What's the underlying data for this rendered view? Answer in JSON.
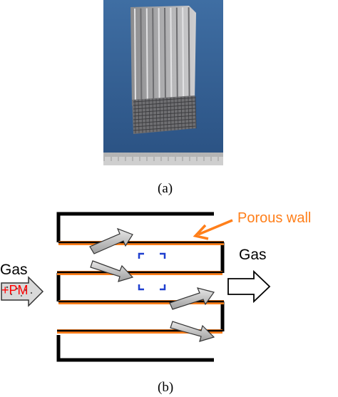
{
  "figure": {
    "caption_a": "(a)",
    "caption_b": "(b)"
  },
  "photo": {
    "background_color": "#2f5d8f",
    "block_color": "#9a9a9c",
    "ruler_color": "#c8c8c8"
  },
  "diagram": {
    "inlet_label": "Gas",
    "pm_label": "+PM",
    "outlet_label": "Gas",
    "wall_label": "Porous wall",
    "colors": {
      "wall": "#ff7f1a",
      "structure": "#000000",
      "flow_arrow": "#c8c8c8",
      "pm_text": "#ff0000",
      "detail_box": "#1f3fcf"
    }
  }
}
